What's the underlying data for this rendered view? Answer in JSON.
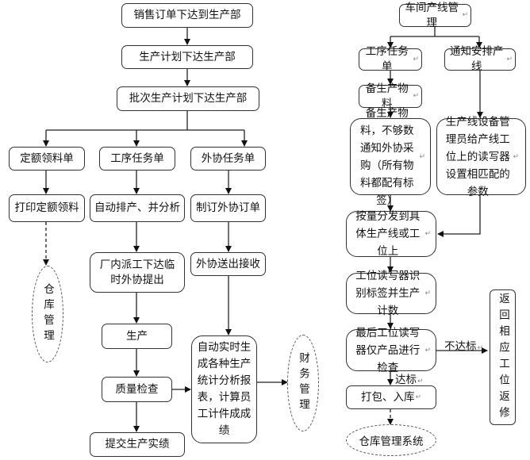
{
  "left_flow": {
    "sales_order": "销售订单下达到生产部",
    "production_plan": "生产计划下达生产部",
    "batch_plan": "批次生产计划下达生产部",
    "quota_picking": "定额领料单",
    "process_task": "工序任务单",
    "outsourcing_task": "外协任务单",
    "print_quota": "打印定额领料",
    "auto_schedule": "自动排产、并分析",
    "make_outsourcing_order": "制订外协订单",
    "dispatch_temp": "厂内派工下达临时外协提出",
    "outsourcing_send": "外协送出接收",
    "produce": "生产",
    "quality_check": "质量检查",
    "submit_results": "提交生产实绩",
    "auto_reports": "自动实时生成各种生产统计分析报表，计算员工计件成成绩",
    "warehouse_mgmt": "仓库管理",
    "finance_mgmt": "财务管理"
  },
  "right_flow": {
    "workshop_line_mgmt": "车间产线管理",
    "process_task": "工序任务单",
    "notify_line": "通知安排产线",
    "prepare_materials": "备生产物料",
    "materials_note": "备生产物料，不够数通知外协采购（所有物料都配有标签）",
    "line_device_setup": "生产线设备管理员给产线工位上的读写器设置相匹配的参数",
    "distribute": "按量分发到具体生产线或工位上",
    "station_reader": "工位读写器识别标签并生产计数",
    "last_station_check": "最后工位读写器仅产品进行检查",
    "fail_label": "不达标",
    "pass_label": "达标",
    "return_repair": "返回相应工位返修",
    "pack_store": "打包、入库",
    "warehouse_system": "仓库管理系统",
    "return_mark": "↵"
  }
}
